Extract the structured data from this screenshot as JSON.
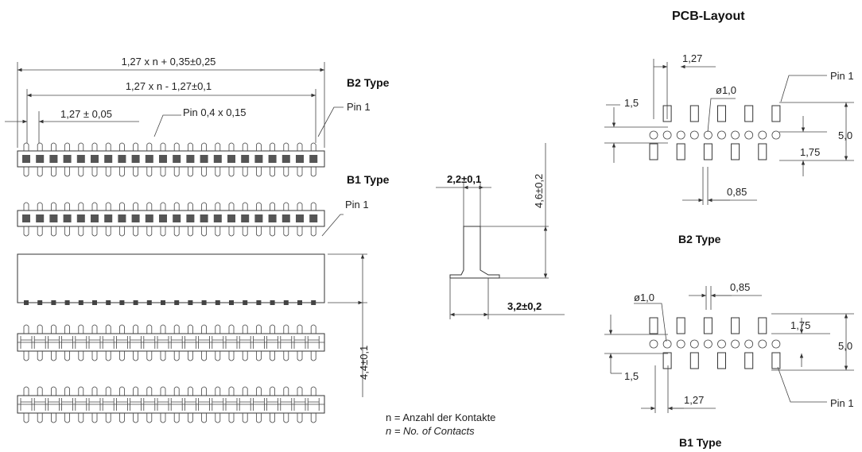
{
  "left": {
    "dim_overall": "1,27 x n + 0,35±0,25",
    "dim_inner": "1,27 x n - 1,27±0,1",
    "dim_pitch": "1,27 ± 0,05",
    "pin_label": "Pin 0,4 x 0,15",
    "pin1_b2": "Pin 1",
    "pin1_b1": "Pin 1",
    "b2_type": "B2 Type",
    "b1_type": "B1 Type",
    "height_dim": "4,4±0,1"
  },
  "mid": {
    "dim_top": "2,2±0,1",
    "dim_vert": "4,6±0,2",
    "dim_bottom": "3,2±0,2"
  },
  "legend": {
    "de": "n = Anzahl der Kontakte",
    "en": "n = No. of Contacts"
  },
  "pcb": {
    "title": "PCB-Layout",
    "b2": {
      "pitch": "1,27",
      "hole": "ø1,0",
      "left": "1,5",
      "pin1": "Pin 1",
      "height": "5,0",
      "row": "1,75",
      "pad": "0,85",
      "label": "B2 Type"
    },
    "b1": {
      "pad": "0,85",
      "hole": "ø1,0",
      "row": "1,75",
      "height": "5,0",
      "left": "1,5",
      "pitch": "1,27",
      "pin1": "Pin 1",
      "label": "B1 Type"
    }
  }
}
